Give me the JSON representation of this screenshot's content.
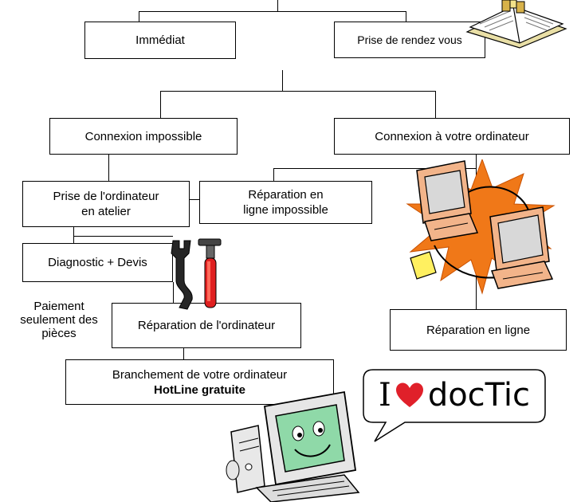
{
  "nodes": {
    "immediat": "Immédiat",
    "rdv": "Prise de rendez vous",
    "connexion_impossible": "Connexion impossible",
    "connexion_ordinateur": "Connexion à votre ordinateur",
    "prise_atelier_l1": "Prise de l'ordinateur",
    "prise_atelier_l2": "en atelier",
    "reparation_impossible_l1": "Réparation en",
    "reparation_impossible_l2": "ligne impossible",
    "diagnostic": "Diagnostic + Devis",
    "reparation_ordinateur": "Réparation de l'ordinateur",
    "reparation_ligne": "Réparation en ligne",
    "branchement_l1": "Branchement de votre ordinateur",
    "branchement_l2": "HotLine gratuite"
  },
  "note": {
    "l1": "Paiement",
    "l2": "seulement des",
    "l3": "pièces"
  },
  "logo": {
    "left": "I",
    "right": "docTic"
  },
  "icons": [
    "book-icon",
    "two-computers-clipart",
    "tools-icon",
    "happy-computer-clipart",
    "heart-icon"
  ],
  "colors": {
    "border": "#000000",
    "starburst": "#f07818",
    "computer_beige": "#f2b48a",
    "screen": "#d8d8d8",
    "heart": "#e0202a",
    "wrench": "#262626",
    "hammer_red": "#e02020",
    "happy_screen": "#8fd9a8",
    "note_yellow": "#fff060"
  }
}
